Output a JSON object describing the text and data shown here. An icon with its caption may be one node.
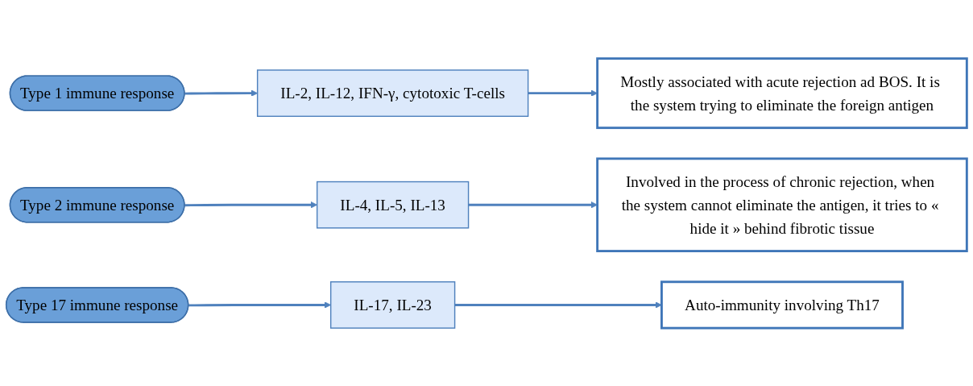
{
  "diagram": {
    "nodes": [
      {
        "text": [
          "Type 1 immune response"
        ]
      },
      {
        "text": [
          "IL-2, IL-12, IFN-γ, cytotoxic T-cells"
        ]
      },
      {
        "text": [
          "Mostly associated with acute rejection ad BOS. It is the system trying to eliminate the foreign antigen"
        ]
      },
      {
        "text": [
          "Type 2 immune response"
        ]
      },
      {
        "text": [
          "IL-4, IL-5, IL-13"
        ]
      },
      {
        "text": [
          "Involved in the process of chronic rejection, when the system cannot eliminate the antigen, it tries to « hide it » behind fibrotic tissue"
        ]
      },
      {
        "text": [
          "Type 17 immune response"
        ]
      },
      {
        "text": [
          "IL-17, IL-23"
        ]
      },
      {
        "text": [
          "Auto-immunity involving Th17"
        ]
      }
    ],
    "edges": [
      {
        "from": 0,
        "to": 1,
        "arrow": "to"
      },
      {
        "from": 1,
        "to": 2,
        "arrow": "to"
      },
      {
        "from": 3,
        "to": 4,
        "arrow": "to"
      },
      {
        "from": 4,
        "to": 5,
        "arrow": "to"
      },
      {
        "from": 6,
        "to": 7,
        "arrow": "to"
      },
      {
        "from": 7,
        "to": 8,
        "arrow": "to"
      }
    ]
  }
}
